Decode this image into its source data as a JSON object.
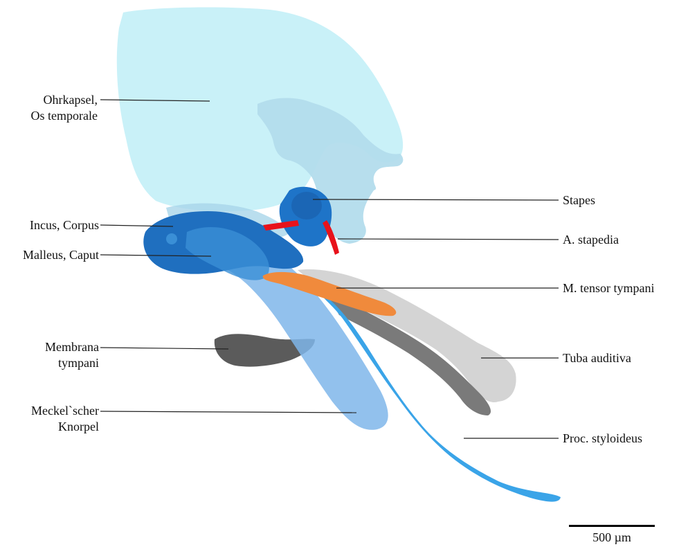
{
  "labels_left": {
    "ohrkapsel_line1": "Ohrkapsel,",
    "ohrkapsel_line2": "Os temporale",
    "incus": "Incus, Corpus",
    "malleus": "Malleus, Caput",
    "membrana_line1": "Membrana",
    "membrana_line2": "tympani",
    "meckel_line1": "Meckel`scher",
    "meckel_line2": "Knorpel"
  },
  "labels_right": {
    "stapes": "Stapes",
    "a_stapedia": "A. stapedia",
    "m_tensor": "M. tensor tympani",
    "tuba": "Tuba auditiva",
    "proc_styloideus": "Proc. styloideus"
  },
  "scale": {
    "label": "500 µm"
  },
  "colors": {
    "ohrkapsel": "#c9f1f8",
    "os_temporale_inner": "#b3dcec",
    "incus": "#1f6fbf",
    "malleus": "#3a8fd6",
    "stapes": "#1e74c8",
    "artery": "#e8121b",
    "tensor": "#f08a3c",
    "tuba_light": "#d4d4d4",
    "tuba_dark": "#7a7a7a",
    "membrana": "#5b5b5b",
    "meckel": "#7fb6ea",
    "styloid": "#3aa4e8"
  }
}
